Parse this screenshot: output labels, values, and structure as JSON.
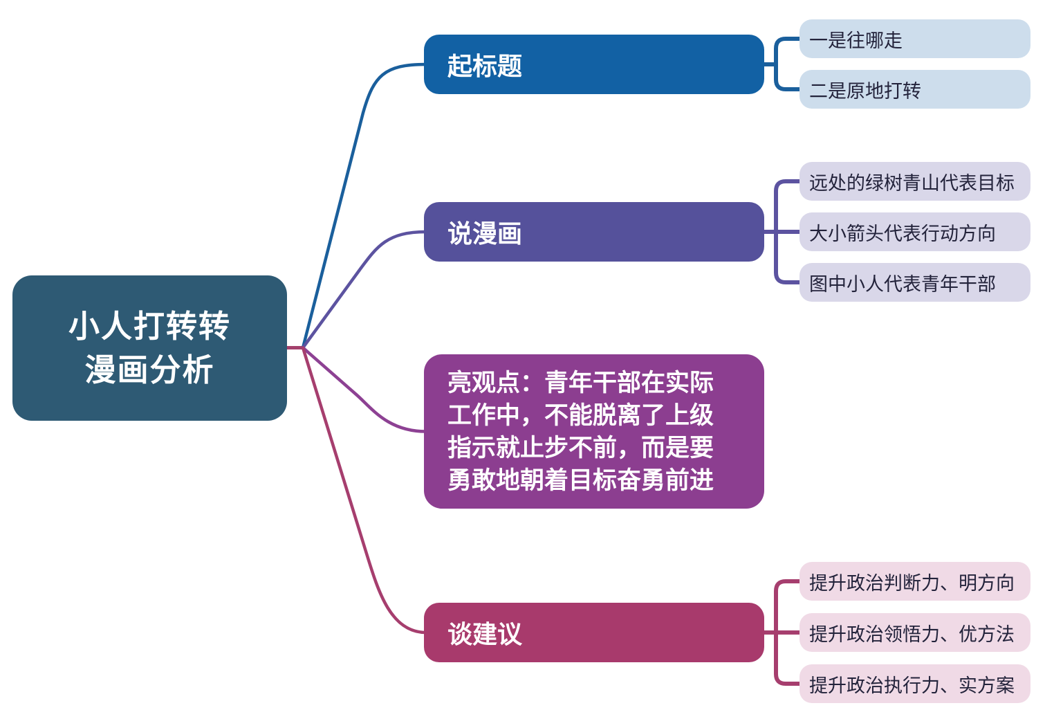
{
  "diagram_type": "mindmap",
  "colors": {
    "canvas_bg": "#FFFFFF",
    "root_bg": "#2E5A74",
    "root_text": "#FFFFFF",
    "topic1_bg": "#1261A4",
    "topic1_line": "#1A5F9C",
    "topic1_child_bg": "#CDDDEC",
    "topic2_bg": "#55519B",
    "topic2_line": "#5C53A0",
    "topic2_child_bg": "#D9D7E9",
    "topic3_bg": "#8C3E90",
    "topic3_line": "#8D4193",
    "topic4_bg": "#A83A6C",
    "topic4_line": "#A63E6E",
    "topic4_child_bg": "#F0DAE6",
    "child_text": "#23233B"
  },
  "root": {
    "lines": [
      "小人打转转",
      "漫画分析"
    ]
  },
  "topics": [
    {
      "label": "起标题",
      "children": [
        "一是往哪走",
        "二是原地打转"
      ]
    },
    {
      "label": "说漫画",
      "children": [
        "远处的绿树青山代表目标",
        "大小箭头代表行动方向",
        "图中小人代表青年干部"
      ]
    },
    {
      "label_lines": [
        "亮观点：青年干部在实际",
        "工作中，不能脱离了上级",
        "指示就止步不前，而是要",
        "勇敢地朝着目标奋勇前进"
      ],
      "children": []
    },
    {
      "label": "谈建议",
      "children": [
        "提升政治判断力、明方向",
        "提升政治领悟力、优方法",
        "提升政治执行力、实方案"
      ]
    }
  ]
}
